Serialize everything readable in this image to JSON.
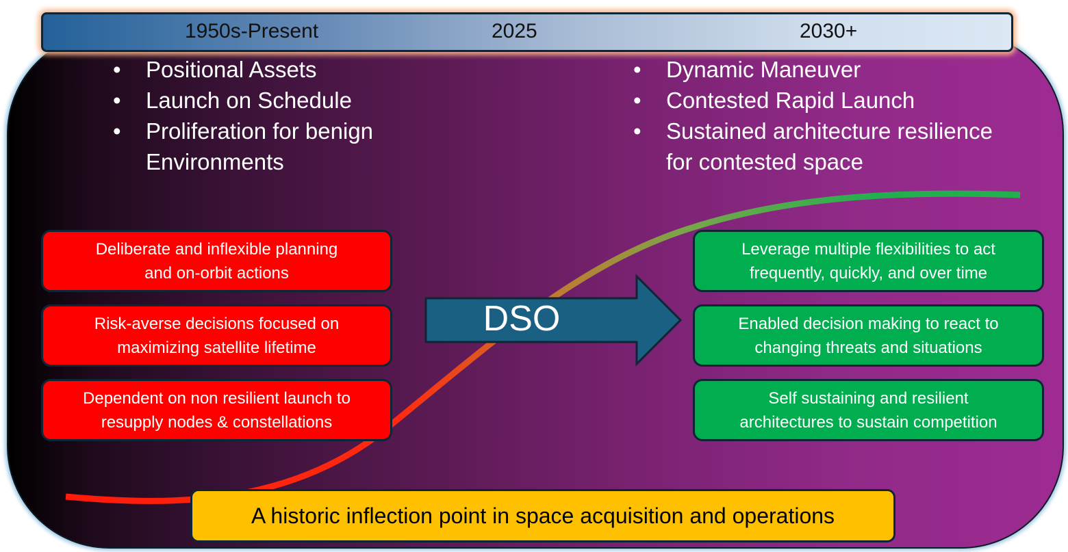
{
  "timeline": {
    "labels": [
      "1950s-Present",
      "2025",
      "2030+"
    ]
  },
  "left_bullets": [
    "Positional Assets",
    "Launch on Schedule",
    "Proliferation for benign Environments"
  ],
  "right_bullets": [
    "Dynamic Maneuver",
    "Contested Rapid Launch",
    "Sustained architecture resilience for contested space"
  ],
  "left_boxes": [
    {
      "line1": "Deliberate and inflexible planning",
      "line2": "and on-orbit actions"
    },
    {
      "line1": "Risk-averse decisions focused on",
      "line2": "maximizing satellite lifetime"
    },
    {
      "line1": "Dependent on non resilient launch to",
      "line2": "resupply nodes & constellations"
    }
  ],
  "right_boxes": [
    {
      "line1": "Leverage multiple flexibilities to act",
      "line2": "frequently, quickly, and over time"
    },
    {
      "line1": "Enabled decision making to react to",
      "line2": "changing threats and situations"
    },
    {
      "line1": "Self sustaining and resilient",
      "line2": "architectures to sustain competition"
    }
  ],
  "arrow": {
    "label": "DSO"
  },
  "banner": {
    "text": "A historic inflection point in space acquisition and operations"
  },
  "colors": {
    "red_box": "#ff0000",
    "green_box": "#00ad4f",
    "banner": "#ffc000",
    "arrow": "#1a6082",
    "curve_start": "#ff1a0a",
    "curve_end": "#22b04f"
  }
}
